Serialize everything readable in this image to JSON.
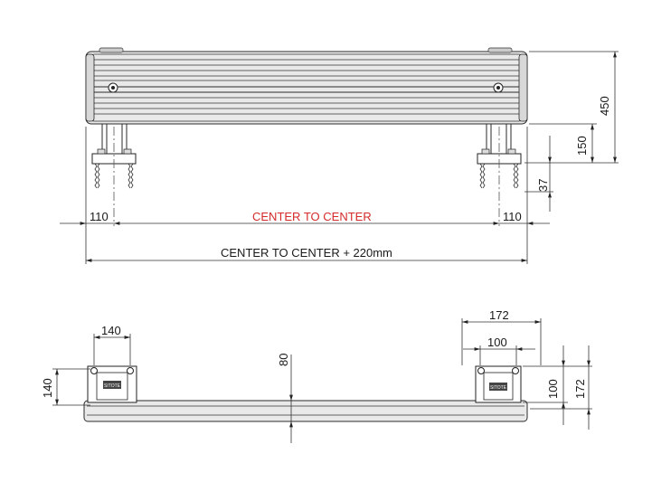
{
  "top_view": {
    "left_offset": "110",
    "right_offset": "110",
    "center_label": "CENTER TO CENTER",
    "total_label": "CENTER TO CENTER + 220mm",
    "height_total": "450",
    "height_bracket": "150",
    "height_foot": "37"
  },
  "bottom_view": {
    "left_width": "140",
    "left_height": "140",
    "depth": "80",
    "right_outer": "172",
    "right_inner": "100",
    "right_height_inner": "100",
    "right_height_outer": "172",
    "plate_label": "SITOTE"
  },
  "colors": {
    "dim_text": "#1a1a1a",
    "accent_red": "#d42a2a"
  }
}
